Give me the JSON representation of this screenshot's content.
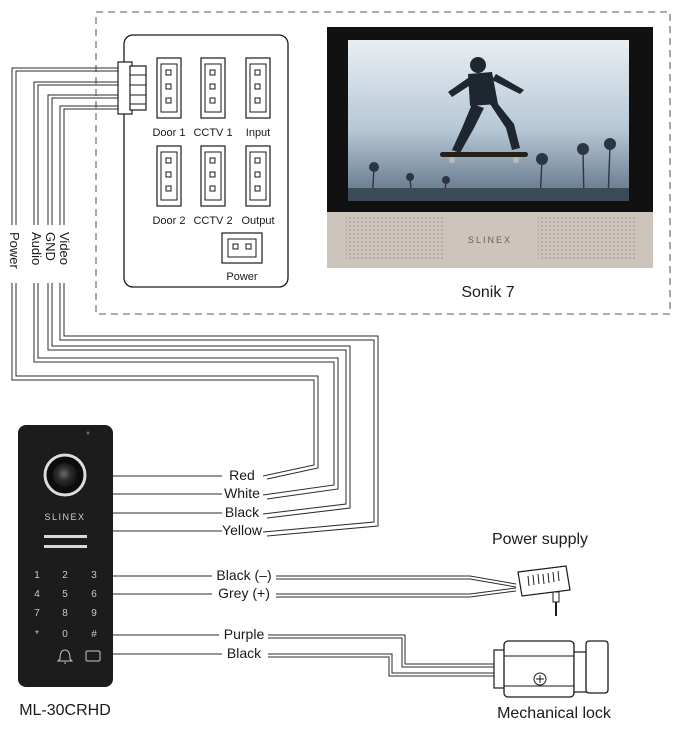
{
  "monitor": {
    "model": "Sonik 7",
    "brand": "SLINEX",
    "connectors": [
      "Door 1",
      "CCTV 1",
      "Input",
      "Door 2",
      "CCTV 2",
      "Output",
      "Power"
    ]
  },
  "cable_labels": [
    "Video",
    "GND",
    "Audio",
    "Power"
  ],
  "door_panel": {
    "model": "ML-30CRHD",
    "brand": "SLINEX",
    "keys": [
      "1",
      "2",
      "3",
      "4",
      "5",
      "6",
      "7",
      "8",
      "9",
      "*",
      "0",
      "#"
    ],
    "wires": [
      "Red",
      "White",
      "Black",
      "Yellow",
      "Black (–)",
      "Grey (+)",
      "Purple",
      "Black"
    ]
  },
  "power_supply": {
    "label": "Power supply"
  },
  "lock": {
    "label": "Mechanical lock"
  },
  "colors": {
    "line": "#2b2b2b",
    "panel": "#1c1c1c",
    "screen_frame": "#111111",
    "bezel": "#cdc4bc"
  }
}
